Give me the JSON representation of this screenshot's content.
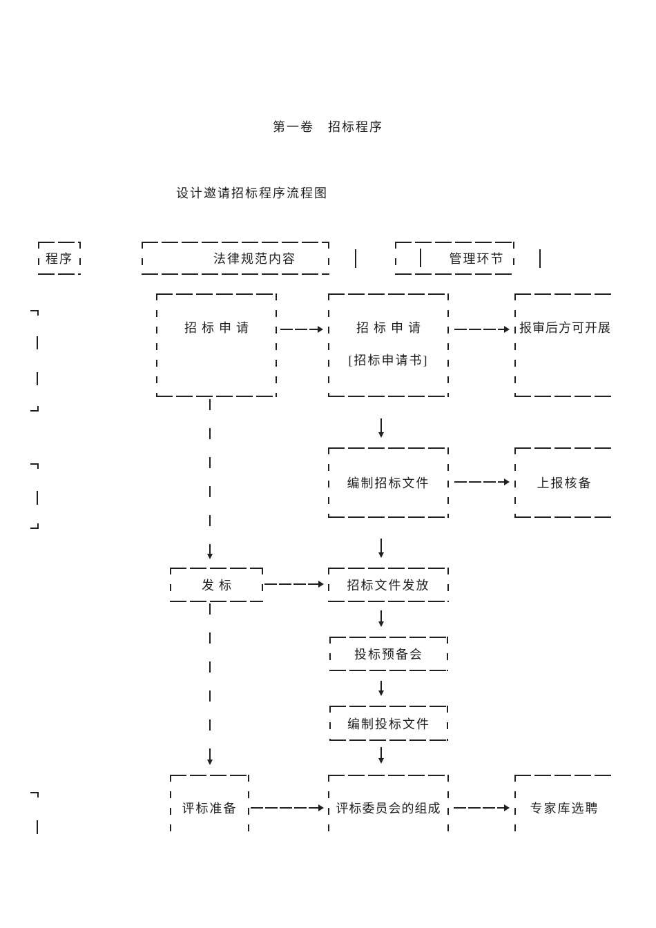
{
  "title": "第一卷　招标程序",
  "subtitle": "设计邀请招标程序流程图",
  "columns": {
    "procedure": "程序",
    "legal": "法律规范内容",
    "management": "管理环节"
  },
  "nodes": {
    "apply_left": "招标申请",
    "apply_mid": "招标申请",
    "apply_mid_note": "[招标申请书]",
    "approval_note": "报审后方可开展",
    "prepare_tender_docs": "编制招标文件",
    "report_filing": "上报核备",
    "issue_bid": "发标",
    "distribute_docs": "招标文件发放",
    "pre_bid_meeting": "投标预备会",
    "prepare_bid_docs": "编制投标文件",
    "eval_preparation": "评标准备",
    "eval_committee": "评标委员会的组成",
    "expert_pool": "专家库选聘"
  },
  "colors": {
    "ink": "#1f1f1f",
    "paper": "#ffffff"
  }
}
